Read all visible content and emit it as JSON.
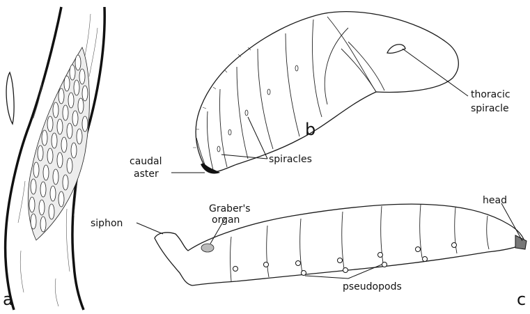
{
  "panels": {
    "a": "a",
    "b": "b",
    "c": "c"
  },
  "labels": {
    "thoracic_spiracle": [
      "thoracic",
      "spiracle"
    ],
    "spiracles": "spiracles",
    "caudal_aster": [
      "caudal",
      "aster"
    ],
    "siphon": "siphon",
    "grabers_organ": [
      "Graber's",
      "organ"
    ],
    "head": "head",
    "pseudopods": "pseudopods"
  },
  "colors": {
    "ink": "#111111",
    "paper": "#ffffff"
  }
}
